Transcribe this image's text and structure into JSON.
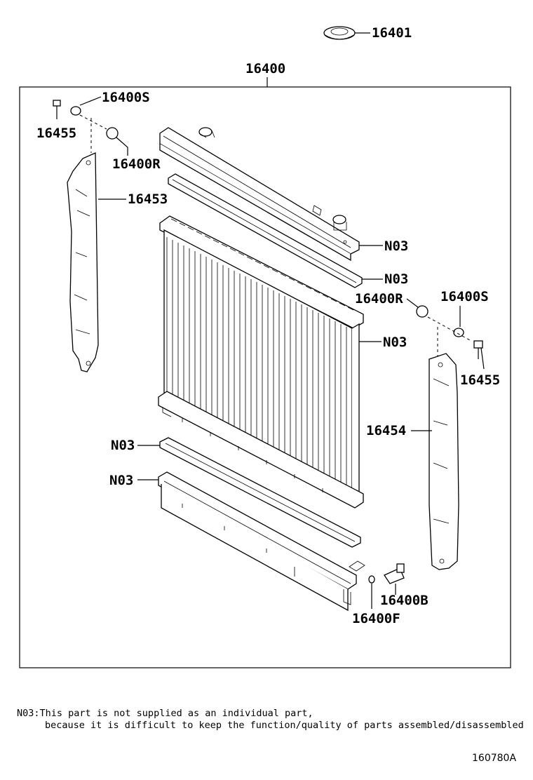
{
  "labels": {
    "cap": "16401",
    "assembly": "16400",
    "plug_s_left": "16400S",
    "bolt_left": "16455",
    "plug_r_left": "16400R",
    "support_left": "16453",
    "n03_upper_tank": "N03",
    "n03_upper_gasket": "N03",
    "plug_r_right": "16400R",
    "plug_s_right": "16400S",
    "n03_core": "N03",
    "bolt_right": "16455",
    "support_right": "16454",
    "n03_lower_gasket": "N03",
    "n03_lower_tank": "N03",
    "drain_cock": "16400B",
    "drain_oring": "16400F"
  },
  "note": {
    "line1": "N03:This part is not supplied as an individual part,",
    "line2": "because it is difficult to keep the function/quality of parts assembled/disassembled"
  },
  "diagram_code": "160780A"
}
